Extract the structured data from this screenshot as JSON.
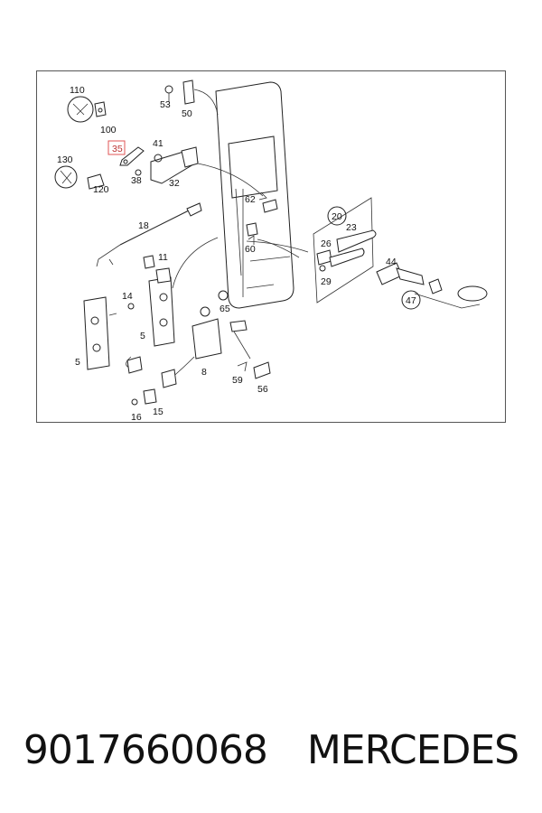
{
  "caption": {
    "part_number": "9017660068",
    "brand": "MERCEDES"
  },
  "diagram": {
    "highlight_color": "#e05555",
    "labels": {
      "p110": "110",
      "p100": "100",
      "p130": "130",
      "p120": "120",
      "p35": "35",
      "p41": "41",
      "p38": "38",
      "p32": "32",
      "p53": "53",
      "p50": "50",
      "p62": "62",
      "p60": "60",
      "p18": "18",
      "p11": "11",
      "p14": "14",
      "p5a": "5",
      "p5b": "5",
      "p65": "65",
      "p8": "8",
      "p59": "59",
      "p56": "56",
      "p16": "16",
      "p15": "15",
      "p20": "20",
      "p23": "23",
      "p26": "26",
      "p29": "29",
      "p44": "44",
      "p47": "47"
    }
  }
}
